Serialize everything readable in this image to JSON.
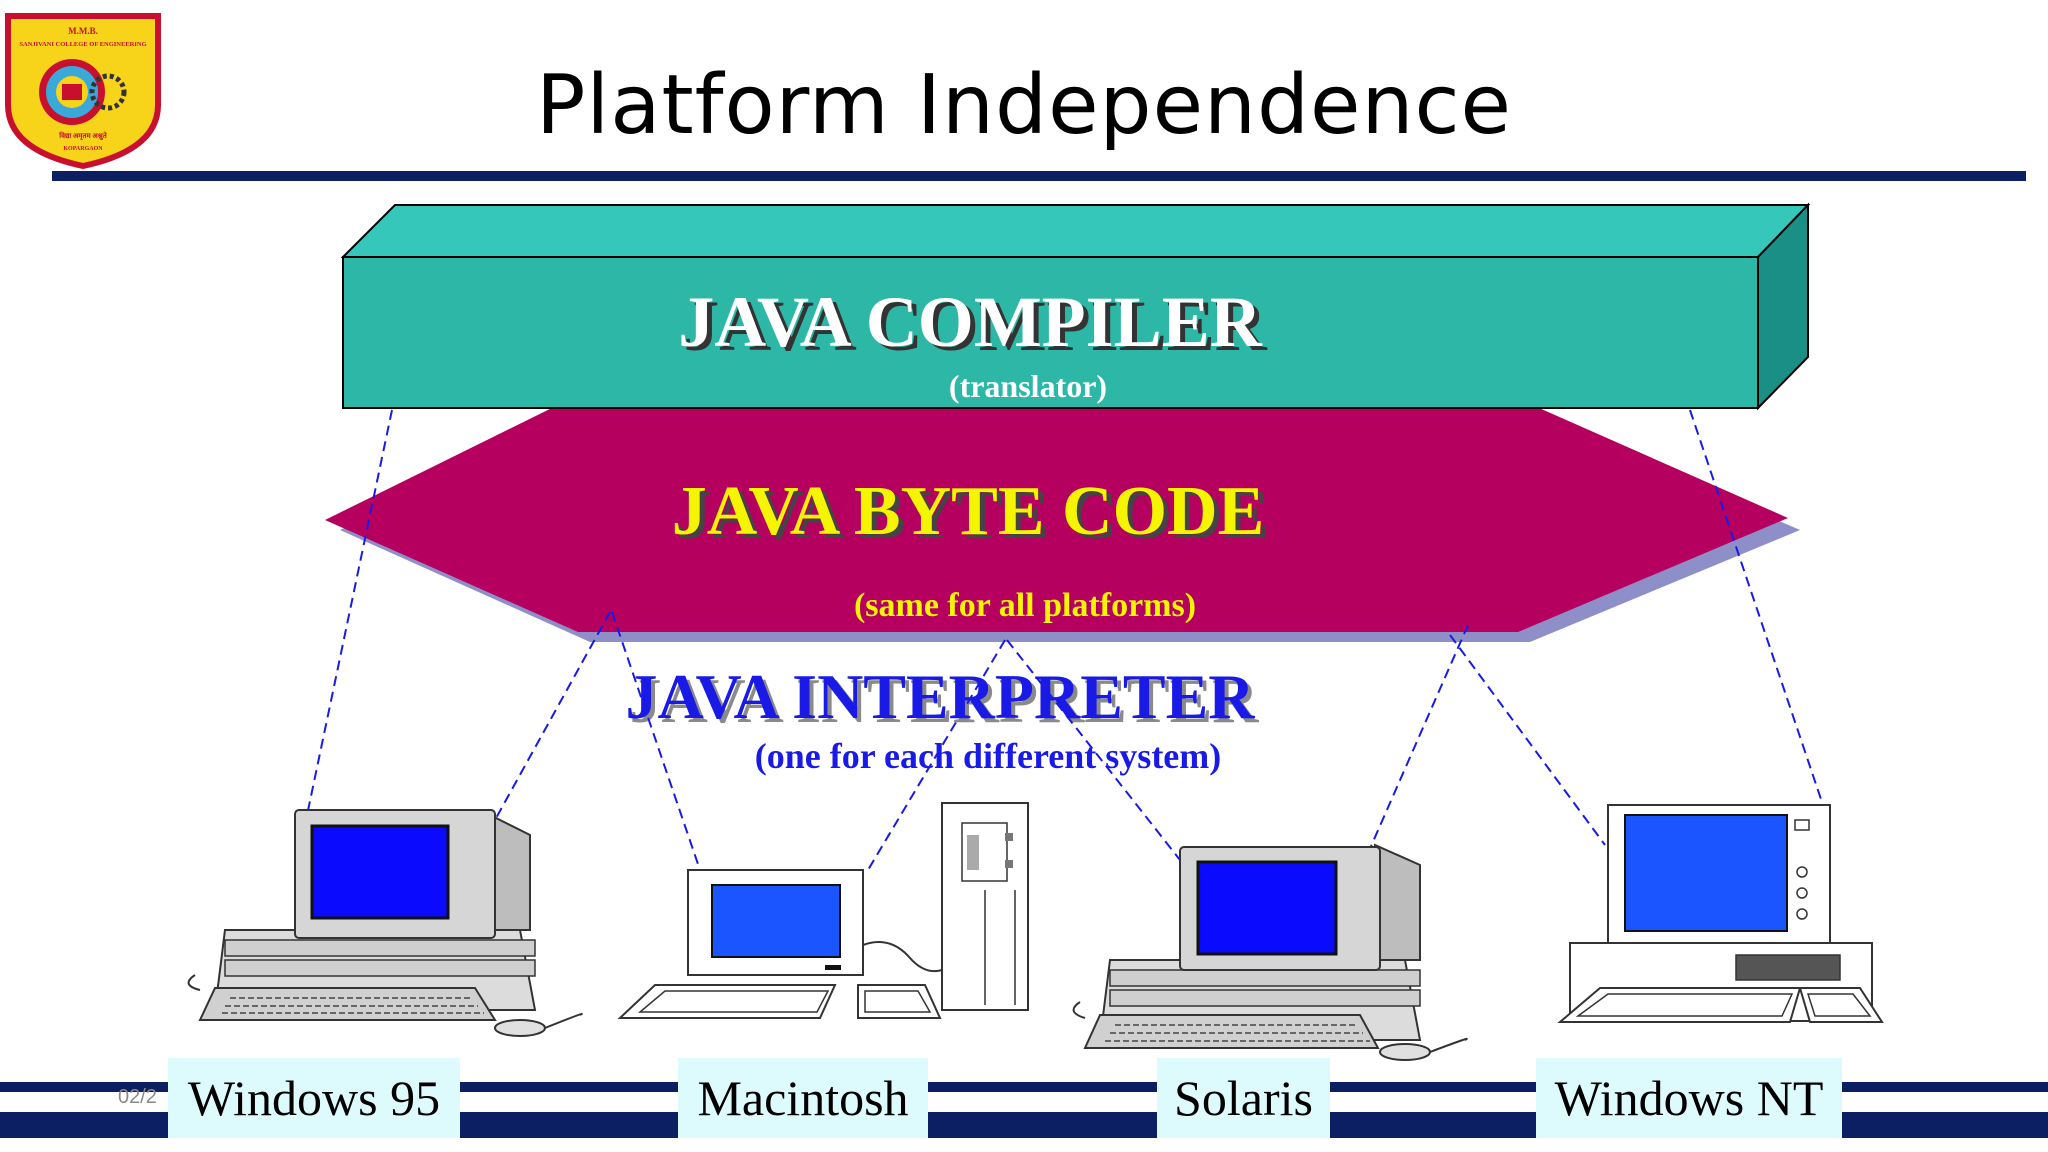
{
  "slide": {
    "title": "Platform Independence",
    "page_number": "02/2",
    "logo_text": {
      "top": "M.M.B.",
      "name": "SANJIVANI COLLEGE OF ENGINEERING",
      "motto": "विद्या अमृतम अश्नुते",
      "bottom": "KOPARGAON"
    }
  },
  "diagram": {
    "compiler": {
      "title": "JAVA COMPILER",
      "subtitle": "(translator)",
      "color": "#2db7a6"
    },
    "bytecode": {
      "title": "JAVA BYTE CODE",
      "subtitle": "(same for all platforms)",
      "color": "#b5005f",
      "text_color": "#f5f500"
    },
    "interpreter": {
      "title": "JAVA INTERPRETER",
      "subtitle": "(one for each different system)",
      "color": "#1a1ae6"
    },
    "platforms": [
      "Windows 95",
      "Macintosh",
      "Solaris",
      "Windows NT"
    ]
  },
  "colors": {
    "navy": "#0c1f63",
    "screen_blue": "#0a0aff",
    "screen_blue_light": "#1a55ff",
    "label_bg": "#ddfbfd"
  }
}
